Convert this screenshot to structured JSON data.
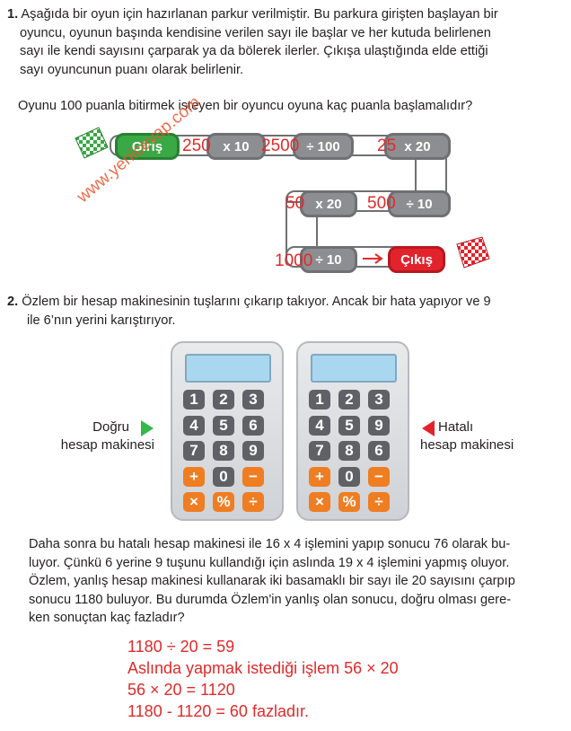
{
  "q1": {
    "number": "1.",
    "lines": [
      "Aşağıda bir oyun için hazırlanan parkur verilmiştir. Bu parkura girişten başlayan bir",
      "oyuncu, oyunun başında kendisine verilen sayı ile başlar ve her kutuda belirlenen",
      "sayı ile kendi sayısını çarparak ya da bölerek ilerler. Çıkışa ulaştığında elde ettiği",
      "sayı oyuncunun puanı olarak belirlenir."
    ],
    "question": "Oyunu 100 puanla bitirmek isteyen bir oyuncu oyuna kaç puanla başlamalıdır?"
  },
  "maze": {
    "start_label": "Giriş",
    "end_label": "Çıkış",
    "ops": [
      "x 10",
      "÷ 100",
      "x 20",
      "÷ 10",
      "x 20",
      "÷ 10"
    ],
    "answers": [
      "250",
      "2500",
      "25",
      "500",
      "50",
      "1000"
    ],
    "watermark": "www.yenicevap.com"
  },
  "q2": {
    "number": "2.",
    "lines": [
      "Özlem bir hesap makinesinin tuşlarını çıkarıp takıyor. Ancak bir hata yapıyor ve 9",
      "ile 6’nın yerini karıştırıyor."
    ],
    "correct_label_1": "Doğru",
    "correct_label_2": "hesap makinesi",
    "wrong_label_1": "Hatalı",
    "wrong_label_2": "hesap makinesi",
    "calc_correct_keys": [
      "1",
      "2",
      "3",
      "4",
      "5",
      "6",
      "7",
      "8",
      "9",
      "+",
      "0",
      "−",
      "×",
      "%",
      "÷"
    ],
    "calc_wrong_keys": [
      "1",
      "2",
      "3",
      "4",
      "5",
      "9",
      "7",
      "8",
      "6",
      "+",
      "0",
      "−",
      "×",
      "%",
      "÷"
    ],
    "body_lines": [
      "Daha sonra bu hatalı hesap makinesi ile 16 x 4 işlemini yapıp sonucu 76 olarak bu-",
      "luyor. Çünkü 6 yerine 9 tuşunu kullandığı için aslında 19 x 4 işlemini yapmış oluyor.",
      "Özlem, yanlış hesap makinesi kullanarak iki basamaklı bir sayı ile 20 sayısını çarpıp",
      "sonucu 1180 buluyor. Bu durumda Özlem'in yanlış olan sonucu, doğru olması gere-",
      "ken sonuçtan kaç fazladır?"
    ]
  },
  "answer_lines": [
    "1180 ÷ 20 = 59",
    "Aslında yapmak istediği işlem 56 × 20",
    "56 × 20 = 1120",
    "1180 - 1120 = 60 fazladır."
  ],
  "colors": {
    "accent_red": "#e02a2a",
    "green": "#39a845",
    "gray": "#8c8e91",
    "orange": "#ef7d22",
    "screen": "#a9d7ef"
  }
}
